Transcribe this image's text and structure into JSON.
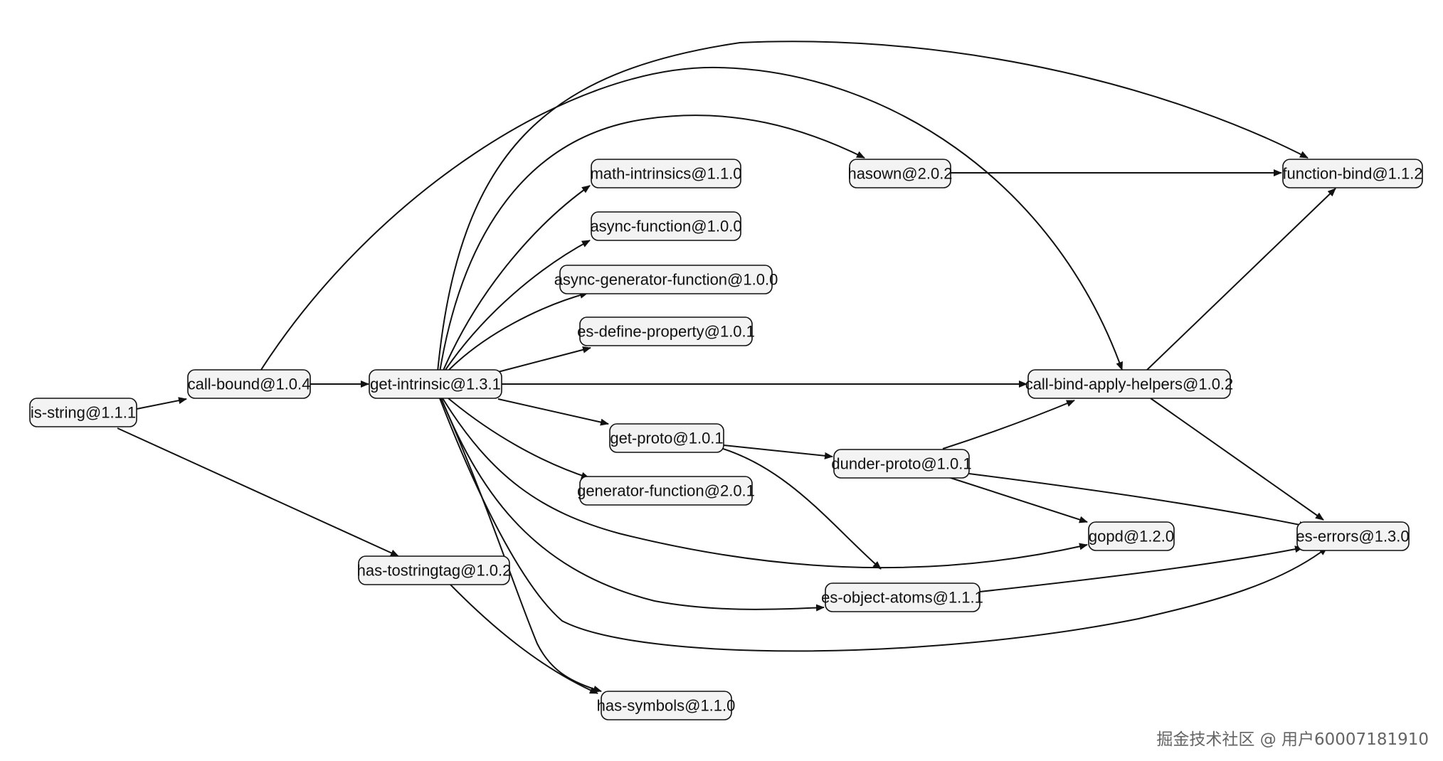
{
  "nodes": {
    "is_string": "is-string@1.1.1",
    "call_bound": "call-bound@1.0.4",
    "get_intrinsic": "get-intrinsic@1.3.1",
    "has_tostringtag": "has-tostringtag@1.0.2",
    "math_intrinsics": "math-intrinsics@1.1.0",
    "async_function": "async-function@1.0.0",
    "async_generator_function": "async-generator-function@1.0.0",
    "es_define_property": "es-define-property@1.0.1",
    "get_proto": "get-proto@1.0.1",
    "generator_function": "generator-function@2.0.1",
    "has_symbols": "has-symbols@1.1.0",
    "hasown": "hasown@2.0.2",
    "call_bind_apply_helpers": "call-bind-apply-helpers@1.0.2",
    "dunder_proto": "dunder-proto@1.0.1",
    "es_object_atoms": "es-object-atoms@1.1.1",
    "function_bind": "function-bind@1.1.2",
    "gopd": "gopd@1.2.0",
    "es_errors": "es-errors@1.3.0"
  },
  "edges": [
    [
      "is_string",
      "call_bound"
    ],
    [
      "is_string",
      "has_tostringtag"
    ],
    [
      "call_bound",
      "get_intrinsic"
    ],
    [
      "call_bound",
      "call_bind_apply_helpers"
    ],
    [
      "get_intrinsic",
      "math_intrinsics"
    ],
    [
      "get_intrinsic",
      "async_function"
    ],
    [
      "get_intrinsic",
      "async_generator_function"
    ],
    [
      "get_intrinsic",
      "es_define_property"
    ],
    [
      "get_intrinsic",
      "call_bind_apply_helpers"
    ],
    [
      "get_intrinsic",
      "get_proto"
    ],
    [
      "get_intrinsic",
      "generator_function"
    ],
    [
      "get_intrinsic",
      "hasown"
    ],
    [
      "get_intrinsic",
      "function_bind"
    ],
    [
      "get_intrinsic",
      "gopd"
    ],
    [
      "get_intrinsic",
      "es_object_atoms"
    ],
    [
      "get_intrinsic",
      "es_errors"
    ],
    [
      "get_intrinsic",
      "has_symbols"
    ],
    [
      "has_tostringtag",
      "has_symbols"
    ],
    [
      "hasown",
      "function_bind"
    ],
    [
      "get_proto",
      "dunder_proto"
    ],
    [
      "get_proto",
      "es_object_atoms"
    ],
    [
      "dunder_proto",
      "call_bind_apply_helpers"
    ],
    [
      "dunder_proto",
      "gopd"
    ],
    [
      "dunder_proto",
      "es_errors"
    ],
    [
      "call_bind_apply_helpers",
      "function_bind"
    ],
    [
      "call_bind_apply_helpers",
      "es_errors"
    ],
    [
      "es_object_atoms",
      "es_errors"
    ]
  ],
  "watermark": "掘金技术社区 @ 用户60007181910"
}
